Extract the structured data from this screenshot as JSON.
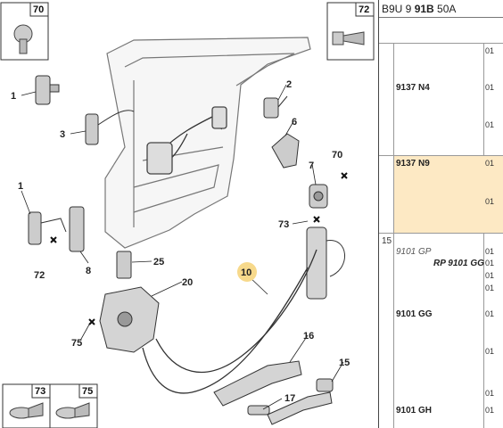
{
  "panel": {
    "header": {
      "prefix": "B9U 9 ",
      "bold": "91B",
      "suffix": " 50A"
    },
    "qty_col": "01",
    "rows": [
      {
        "section": "",
        "code": "9137 N4",
        "style": "bold",
        "highlight": false,
        "qty": [
          "01",
          "01",
          "01"
        ]
      },
      {
        "section": "",
        "code": "9137 N9",
        "style": "bold",
        "highlight": true,
        "qty": [
          "01",
          "01"
        ]
      },
      {
        "section": "15",
        "code": "9101 GP",
        "style": "italic",
        "highlight": false,
        "qty": [
          "01"
        ]
      },
      {
        "section": "",
        "code": "RP 9101 GG",
        "style": "bold-italic",
        "highlight": false,
        "qty": [
          "01",
          "01",
          "01"
        ]
      },
      {
        "section": "",
        "code": "9101 GG",
        "style": "bold",
        "highlight": false,
        "qty": [
          "01",
          "01"
        ]
      },
      {
        "section": "",
        "code": "9101 GH",
        "style": "bold",
        "highlight": false,
        "qty": [
          "01",
          "01"
        ]
      }
    ]
  },
  "diagram": {
    "refs": [
      "1",
      "2",
      "3",
      "6",
      "7",
      "70",
      "1",
      "73",
      "72",
      "8",
      "25",
      "20",
      "10",
      "75",
      "16",
      "17",
      "15"
    ],
    "insets": [
      "70",
      "72",
      "73",
      "75"
    ],
    "highlight_color": "#f7d98b"
  }
}
